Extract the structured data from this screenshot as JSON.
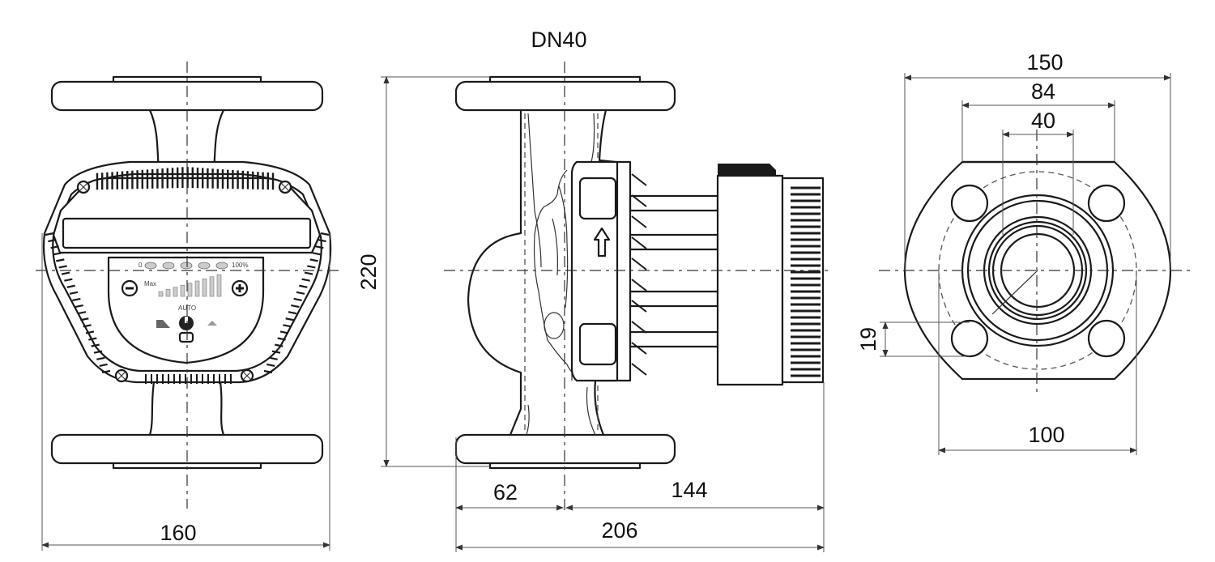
{
  "labels": {
    "connection": "DN40",
    "height": "220",
    "width_front": "160",
    "inlet_to_axis": "62",
    "axis_to_motor": "144",
    "total_depth": "206",
    "flange_outer": "150",
    "flange_bolt_inner": "84",
    "bore": "40",
    "bolt_hole": "19",
    "bolt_circle": "100"
  },
  "control_panel": {
    "auto_label": "AUTO",
    "max_label": "Max",
    "pct_label": "100%",
    "min_label": "0"
  },
  "colors": {
    "line": "#1a1a1a",
    "dimension": "#555555"
  }
}
